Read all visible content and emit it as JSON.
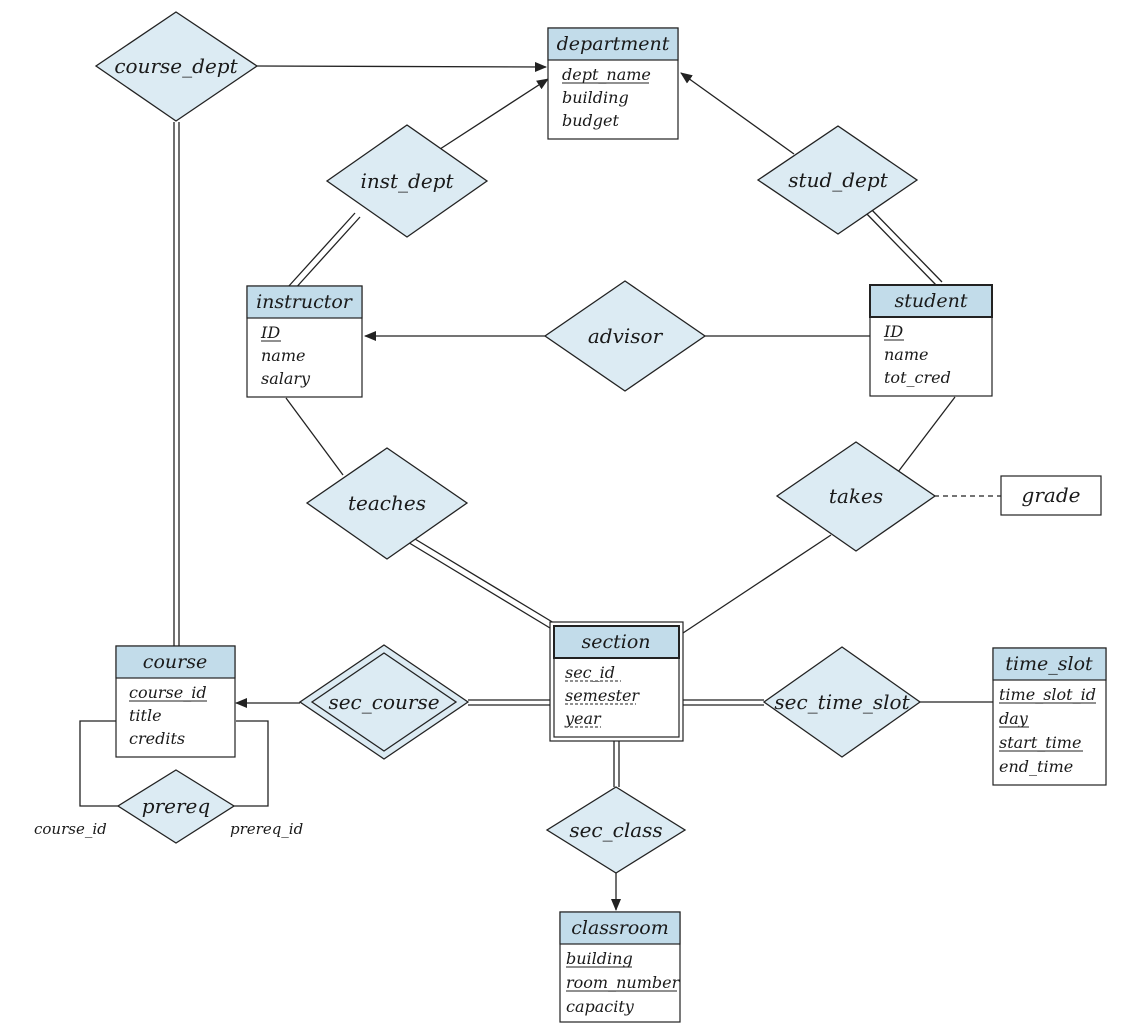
{
  "relationships": {
    "course_dept": "course_dept",
    "inst_dept": "inst_dept",
    "stud_dept": "stud_dept",
    "advisor": "advisor",
    "teaches": "teaches",
    "takes": "takes",
    "sec_course": "sec_course",
    "sec_time_slot": "sec_time_slot",
    "sec_class": "sec_class",
    "prereq": "prereq"
  },
  "entities": {
    "department": {
      "name": "department",
      "attributes": [
        "dept_name",
        "building",
        "budget"
      ],
      "key": [
        "dept_name"
      ]
    },
    "instructor": {
      "name": "instructor",
      "attributes": [
        "ID",
        "name",
        "salary"
      ],
      "key": [
        "ID"
      ]
    },
    "student": {
      "name": "student",
      "attributes": [
        "ID",
        "name",
        "tot_cred"
      ],
      "key": [
        "ID"
      ]
    },
    "section": {
      "name": "section",
      "attributes": [
        "sec_id",
        "semester",
        "year"
      ],
      "key": [
        "sec_id",
        "semester",
        "year"
      ],
      "weak": true
    },
    "course": {
      "name": "course",
      "attributes": [
        "course_id",
        "title",
        "credits"
      ],
      "key": [
        "course_id"
      ]
    },
    "time_slot": {
      "name": "time_slot",
      "attributes": [
        "time_slot_id",
        "day",
        "start_time",
        "end_time"
      ],
      "key": [
        "time_slot_id",
        "day",
        "start_time"
      ]
    },
    "classroom": {
      "name": "classroom",
      "attributes": [
        "building",
        "room_number",
        "capacity"
      ],
      "key": [
        "building",
        "room_number"
      ]
    }
  },
  "relationship_attribute": "grade",
  "roles": {
    "course_id": "course_id",
    "prereq_id": "prereq_id"
  },
  "colors": {
    "relationship_fill": "#dcebf3",
    "entity_header": "#c2dcea",
    "line": "#222222"
  }
}
